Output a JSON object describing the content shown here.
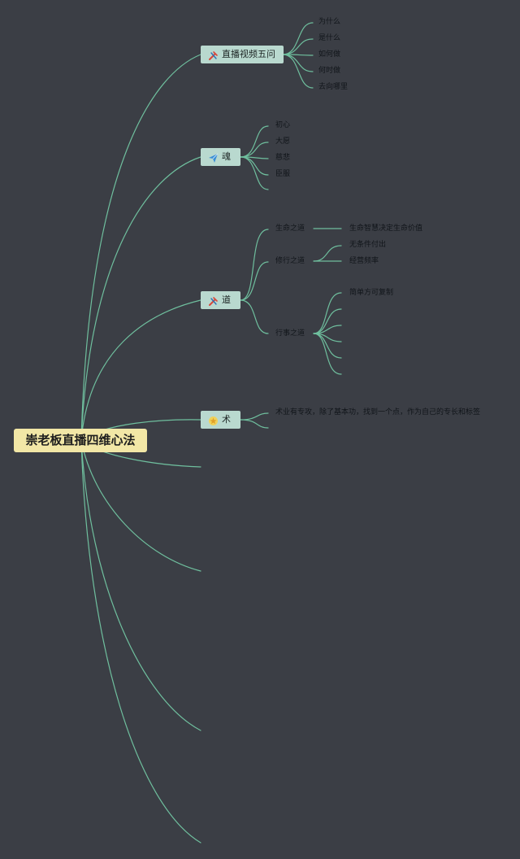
{
  "colors": {
    "background": "#3b3e45",
    "edge": "#6fbf9e",
    "root_fill": "#f2e7a6",
    "branch_fill": "#b9d9cf"
  },
  "root": {
    "label": "崇老板直播四维心法"
  },
  "branches": {
    "five_questions": {
      "label": "直播视频五问",
      "icon": "tools-icon",
      "children": [
        "为什么",
        "是什么",
        "如何做",
        "何时做",
        "去向哪里"
      ]
    },
    "soul": {
      "label": "魂",
      "icon": "paper-plane-icon",
      "children": [
        "初心",
        "大愿",
        "慈悲",
        "臣服"
      ]
    },
    "dao": {
      "label": "道",
      "icon": "tools-icon",
      "children": {
        "life": {
          "label": "生命之道",
          "children": [
            "生命智慧决定生命价值"
          ]
        },
        "practice": {
          "label": "修行之道",
          "children": [
            "无条件付出",
            "经营频率"
          ]
        },
        "action": {
          "label": "行事之道",
          "children": [
            "简单方可复制"
          ]
        }
      }
    },
    "shu": {
      "label": "术",
      "icon": "star-icon",
      "children": [
        "术业有专攻，除了基本功，找到一个点，作为自己的专长和标签"
      ]
    }
  }
}
